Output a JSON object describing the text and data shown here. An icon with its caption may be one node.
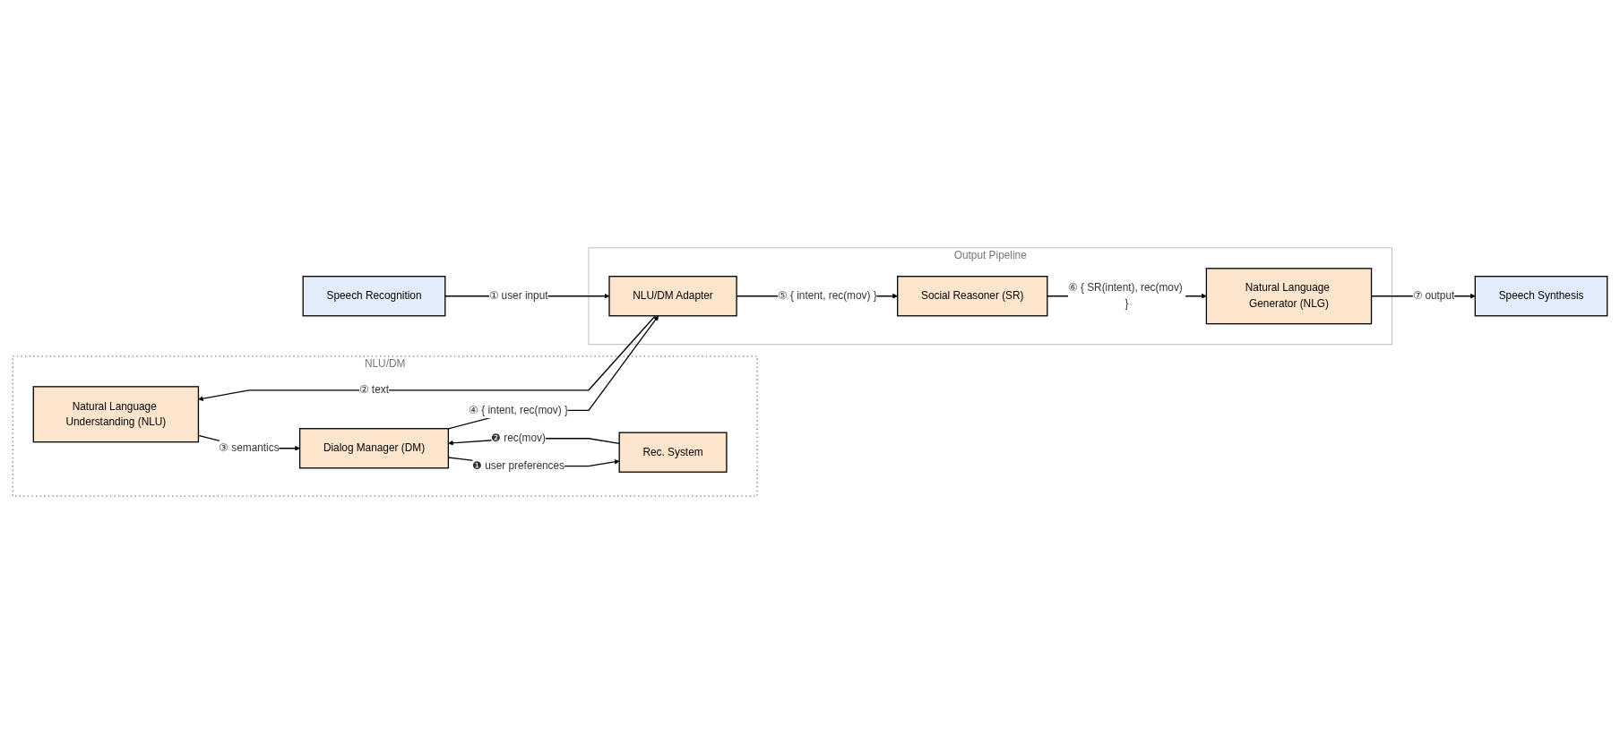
{
  "diagram": {
    "nodes": [
      {
        "text": [
          "NLU/DM"
        ]
      },
      {
        "text": [
          "Natural Language Understanding (NLU)"
        ],
        "in": 0
      },
      {
        "text": [
          "Dialog Manager (DM)"
        ],
        "in": 0
      },
      {
        "text": [
          "Rec. System"
        ],
        "in": 0
      },
      {
        "text": [
          "Output Pipeline"
        ]
      },
      {
        "text": [
          "Speech Recognition"
        ]
      },
      {
        "text": [
          "NLU/DM Adapter"
        ],
        "in": 4
      },
      {
        "text": [
          "Social Reasoner (SR)"
        ],
        "in": 4
      },
      {
        "text": [
          "Natural Language Generator (NLG)"
        ],
        "in": 4
      },
      {
        "text": [
          "Speech Synthesis"
        ]
      }
    ],
    "edges": [
      {
        "from": 1,
        "to": 2,
        "label": "③ semantics",
        "arrow": "to"
      },
      {
        "from": 3,
        "to": 2,
        "label": "❷ rec(mov)",
        "arrow": "to"
      },
      {
        "from": 2,
        "to": 3,
        "label": "❶ user preferences",
        "arrow": "to"
      },
      {
        "from": 6,
        "to": 1,
        "label": "② text",
        "arrow": "to"
      },
      {
        "from": 2,
        "to": 6,
        "label": "④ { intent, rec(mov) }",
        "arrow": "to"
      },
      {
        "from": 5,
        "to": 6,
        "label": "① user input",
        "arrow": "to"
      },
      {
        "from": 6,
        "to": 7,
        "label": "⑤ { intent, rec(mov) }",
        "arrow": "to"
      },
      {
        "from": 7,
        "to": 8,
        "label": "⑥ { SR(intent), rec(mov) }",
        "arrow": "to"
      },
      {
        "from": 8,
        "to": 9,
        "label": "⑦ output",
        "arrow": "to"
      }
    ]
  }
}
